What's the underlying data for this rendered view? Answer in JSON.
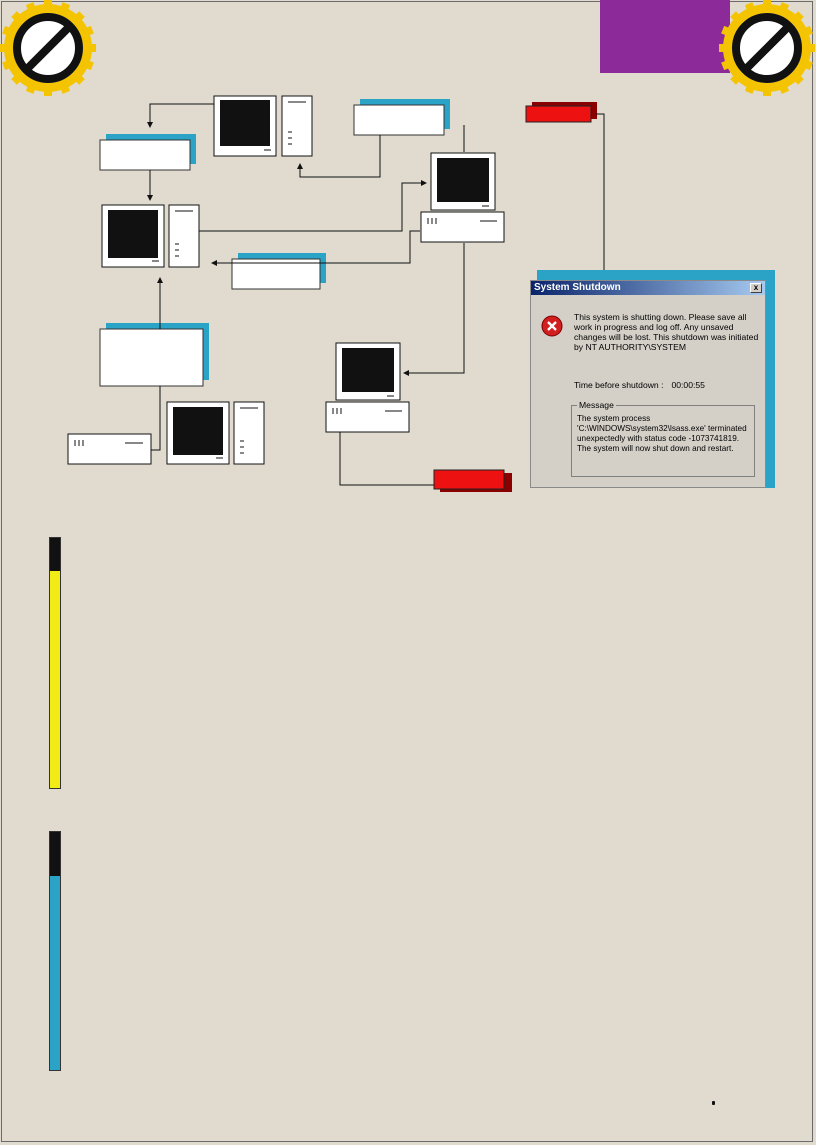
{
  "shutdown_dialog": {
    "title": "System Shutdown",
    "close_label": "x",
    "message": "This system is shutting down. Please save all work in progress and log off. Any unsaved changes will be lost. This shutdown was initiated by NT AUTHORITY\\SYSTEM",
    "timer_label": "Time before shutdown :",
    "timer_value": "00:00:55",
    "group_label": "Message",
    "group_text": "The system process 'C:\\WINDOWS\\system32\\lsass.exe' terminated unexpectedly with status code -1073741819.  The system will now shut down and restart."
  },
  "colors": {
    "background": "#e0dacf",
    "accent_purple": "#8b2a98",
    "badge_yellow": "#f5c400",
    "label_cyan": "#2aa3c7",
    "alert_red": "#ee1111",
    "sidebar_yellow": "#f2ec16"
  },
  "icons": [
    "no-entry-icon",
    "computer-icon",
    "error-icon",
    "close-icon"
  ]
}
